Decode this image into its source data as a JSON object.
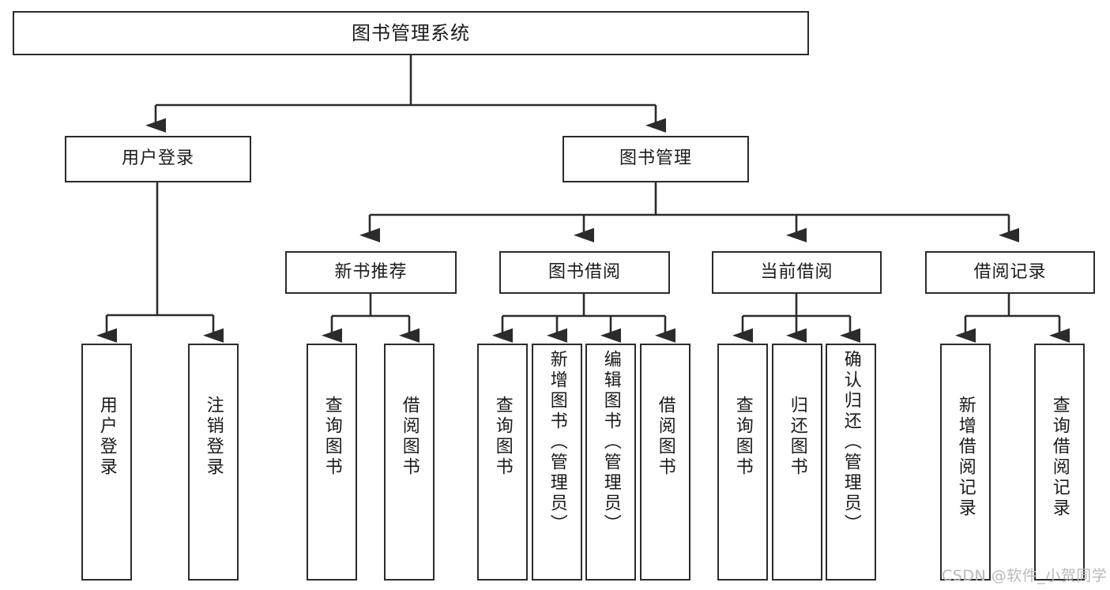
{
  "diagram": {
    "title": "图书管理系统",
    "type": "tree",
    "watermark": "CSDN @软件_小贺同学",
    "style": {
      "background": "#ffffff",
      "box_fill": "#ffffff",
      "box_border": "#2b2b2b",
      "line_color": "#2b2b2b",
      "text_color": "#1a1a1a",
      "watermark_color": "#b9b9b9"
    },
    "root": {
      "label": "图书管理系统"
    },
    "level2": [
      {
        "label": "用户登录"
      },
      {
        "label": "图书管理"
      }
    ],
    "level3": [
      {
        "label": "新书推荐"
      },
      {
        "label": "图书借阅"
      },
      {
        "label": "当前借阅"
      },
      {
        "label": "借阅记录"
      }
    ],
    "leaves": {
      "user_login": [
        {
          "label": "用户登录"
        },
        {
          "label": "注销登录"
        }
      ],
      "new_book": [
        {
          "label": "查询图书"
        },
        {
          "label": "借阅图书"
        }
      ],
      "book_borrow": [
        {
          "label": "查询图书"
        },
        {
          "label": "新增图书（管理员）"
        },
        {
          "label": "编辑图书（管理员）"
        },
        {
          "label": "借阅图书"
        }
      ],
      "current_borrow": [
        {
          "label": "查询图书"
        },
        {
          "label": "归还图书"
        },
        {
          "label": "确认归还（管理员）"
        }
      ],
      "borrow_record": [
        {
          "label": "新增借阅记录"
        },
        {
          "label": "查询借阅记录"
        }
      ]
    }
  }
}
